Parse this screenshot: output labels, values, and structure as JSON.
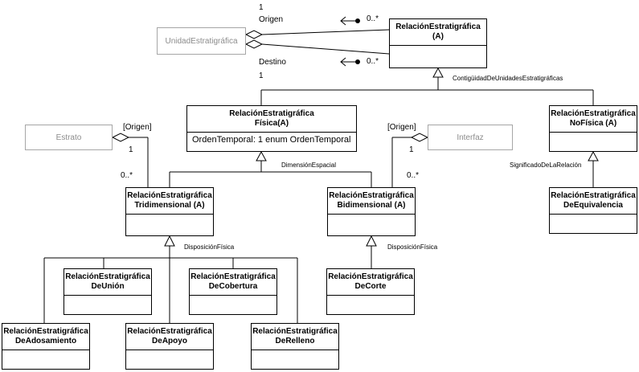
{
  "classes": {
    "relacion_estratigrafica": {
      "line1": "RelaciónEstratigráfica (A)"
    },
    "unidad_estratigrafica": {
      "label": "UnidadEstratigráfica"
    },
    "fisica": {
      "line1": "RelaciónEstratigráfica",
      "line2": "Física(A)",
      "attribute": "OrdenTemporal: 1 enum OrdenTemporal"
    },
    "no_fisica": {
      "line1": "RelaciónEstratigráfica",
      "line2": "NoFísica (A)"
    },
    "estrato": {
      "label": "Estrato"
    },
    "interfaz": {
      "label": "Interfaz"
    },
    "tridimensional": {
      "line1": "RelaciónEstratigráfica",
      "line2": "Tridimensional (A)"
    },
    "bidimensional": {
      "line1": "RelaciónEstratigráfica",
      "line2": "Bidimensional (A)"
    },
    "de_equivalencia": {
      "line1": "RelaciónEstratigráfica",
      "line2": "DeEquivalencia"
    },
    "de_union": {
      "line1": "RelaciónEstratigráfica",
      "line2": "DeUnión"
    },
    "de_cobertura": {
      "line1": "RelaciónEstratigráfica",
      "line2": "DeCobertura"
    },
    "de_corte": {
      "line1": "RelaciónEstratigráfica",
      "line2": "DeCorte"
    },
    "de_adosamiento": {
      "line1": "RelaciónEstratigráfica",
      "line2": "DeAdosamiento"
    },
    "de_apoyo": {
      "line1": "RelaciónEstratigráfica",
      "line2": "DeApoyo"
    },
    "de_relleno": {
      "line1": "RelaciónEstratigráfica",
      "line2": "DeRelleno"
    }
  },
  "labels": {
    "origen_mult_one": "1",
    "origen_role": "Origen",
    "origen_mult_many": "0..*",
    "destino_role": "Destino",
    "destino_mult_one": "1",
    "destino_mult_many": "0..*",
    "contiguidad": "ContigüidadDeUnidadesEstratigráficas",
    "estrato_role": "[Origen]",
    "estrato_one": "1",
    "estrato_many": "0..*",
    "interfaz_role": "[Origen]",
    "interfaz_one": "1",
    "interfaz_many": "0..*",
    "dimension_espacial": "DimensiónEspacial",
    "significado": "SignificadoDeLaRelación",
    "disposicion_fisica_1": "DisposiciónFísica",
    "disposicion_fisica_2": "DisposiciónFísica"
  }
}
